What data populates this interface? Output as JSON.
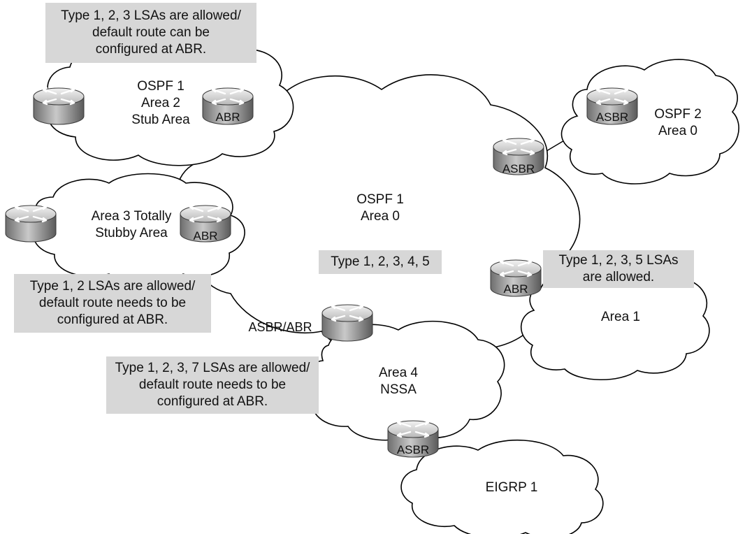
{
  "callouts": {
    "stub": [
      "Type 1, 2, 3 LSAs are allowed/",
      "default route can be",
      "configured at ABR."
    ],
    "totally_stubby": [
      "Type 1, 2 LSAs are allowed/",
      "default route needs to be",
      "configured at ABR."
    ],
    "backbone": [
      "Type 1, 2, 3, 4, 5"
    ],
    "area1": [
      "Type 1, 2, 3, 5 LSAs",
      "are allowed."
    ],
    "nssa": [
      "Type 1, 2, 3, 7 LSAs are allowed/",
      "default route needs to be",
      "configured at ABR."
    ]
  },
  "areas": {
    "ospf1_area2": [
      "OSPF 1",
      "Area 2",
      "Stub Area"
    ],
    "area3": [
      "Area 3 Totally",
      "Stubby Area"
    ],
    "backbone": [
      "OSPF 1",
      "Area 0"
    ],
    "ospf2_area0": [
      "OSPF 2",
      "Area 0"
    ],
    "area1": [
      "Area 1"
    ],
    "area4": [
      "Area 4",
      "NSSA"
    ],
    "eigrp": [
      "EIGRP 1"
    ]
  },
  "routers": {
    "abr_area2": "ABR",
    "abr_area3": "ABR",
    "asbr_backbone": "ASBR",
    "asbr_ospf2": "ASBR",
    "abr_area1": "ABR",
    "asbr_abr_area4": "ASBR/ABR",
    "asbr_eigrp": "ASBR"
  },
  "colors": {
    "callout_fill": "#d7d7d7",
    "cloud_stroke": "#000000",
    "router_body": "#9a9a9a"
  },
  "icons": [
    "cloud-icon",
    "router-icon"
  ]
}
